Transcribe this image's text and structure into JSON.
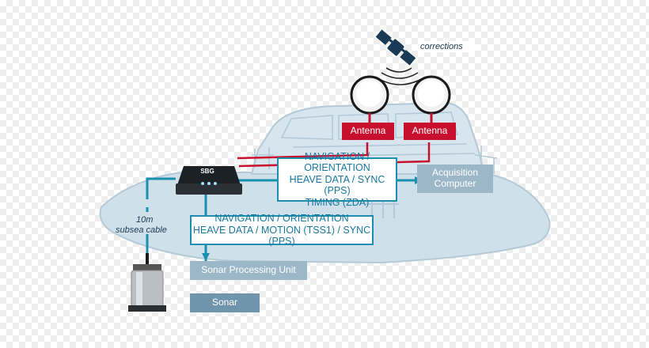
{
  "labels": {
    "corrections": "corrections",
    "antenna_left": "Antenna",
    "antenna_right": "Antenna",
    "cable_length": "10m",
    "cable_desc": "subsea cable",
    "ins_brand": "SBG"
  },
  "data_boxes": {
    "top": [
      "NAVIGATION / ORIENTATION",
      "HEAVE DATA / SYNC (PPS)",
      "TIMING (ZDA)"
    ],
    "bottom": [
      "NAVIGATION / ORIENTATION",
      "HEAVE DATA / MOTION (TSS1) / SYNC (PPS)"
    ]
  },
  "units": {
    "acquisition": [
      "Acquisition",
      "Computer"
    ],
    "sonar_processing": "Sonar Processing Unit",
    "sonar": "Sonar"
  },
  "colors": {
    "hull": "#cfe0ea",
    "hull_stroke": "#b4cad8",
    "line": "#1a8fb0",
    "antenna_red": "#c8102e",
    "unit_light": "#9cb8c8",
    "unit_dark": "#6f95ad"
  }
}
